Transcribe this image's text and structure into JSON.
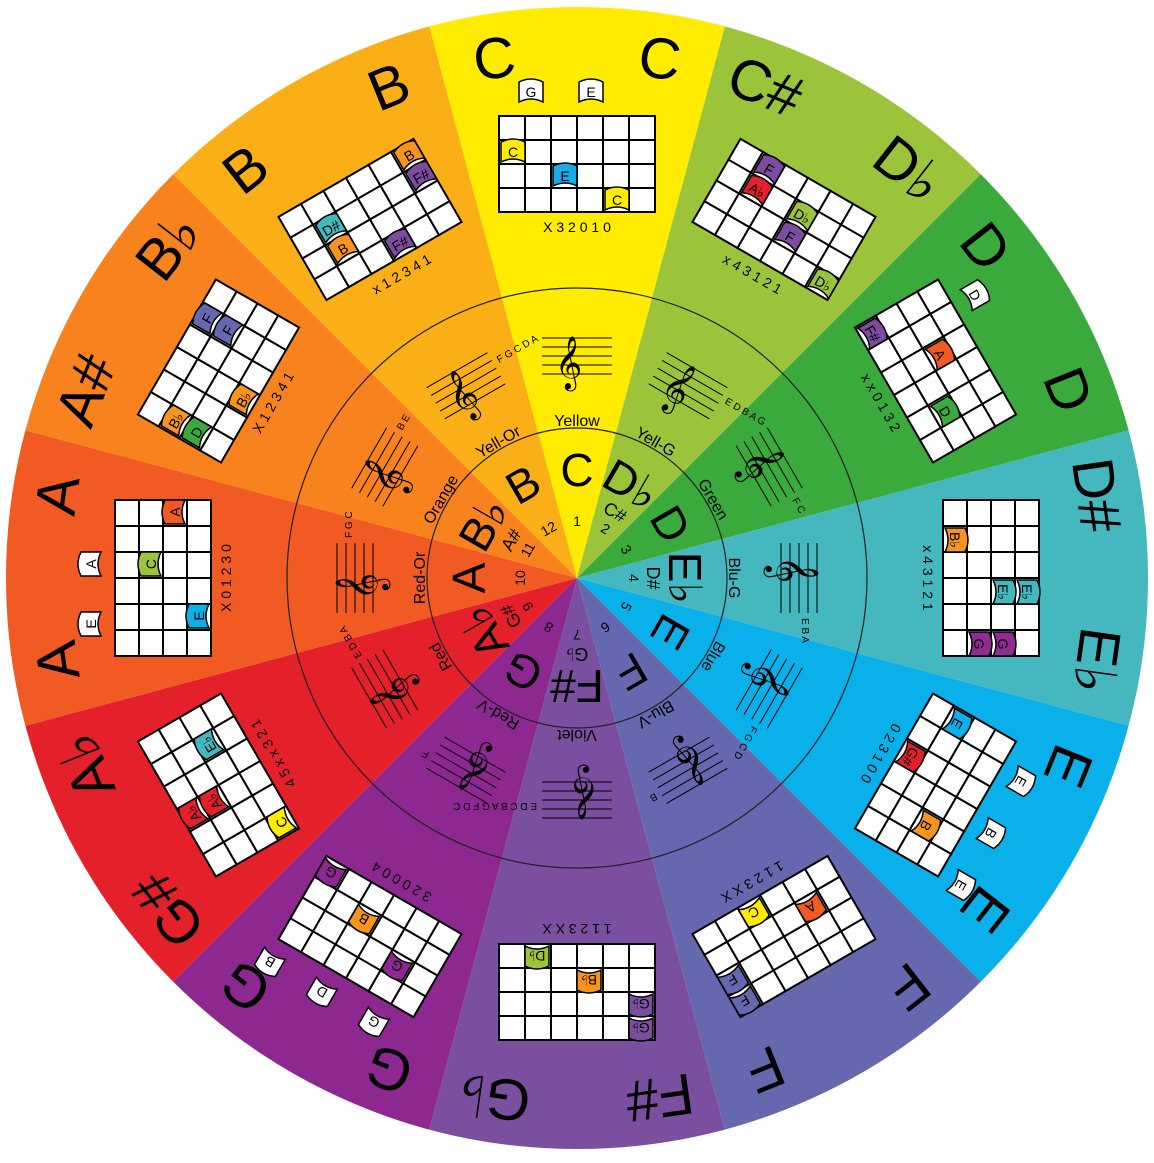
{
  "wheel": {
    "segments": [
      {
        "num": "1",
        "outer": [
          "C",
          "C"
        ],
        "mid_note": "C",
        "mid_alt": "",
        "color_name": "Yellow",
        "fill": "#FFEC00",
        "fingers": "X 3 2 0 1 0",
        "flags": [
          "G",
          "E"
        ],
        "dots": [
          {
            "label": "C",
            "c": "#FFEC00"
          },
          {
            "label": "E",
            "c": "#18ACE8"
          },
          {
            "label": "C",
            "c": "#FFEC00"
          }
        ],
        "staff": ""
      },
      {
        "num": "2",
        "outer": [
          "C#",
          "D♭"
        ],
        "mid_note": "D♭",
        "mid_alt": "C#",
        "color_name": "Yell-G",
        "fill": "#9CC43B",
        "fingers": "x 4 3 1 2 1",
        "flags": [],
        "dots": [
          {
            "label": "A♭",
            "c": "#E4202A"
          },
          {
            "label": "F",
            "c": "#7B4CA0"
          },
          {
            "label": "D♭",
            "c": "#9CC43B"
          },
          {
            "label": "F",
            "c": "#7B4CA0"
          },
          {
            "label": "D♭",
            "c": "#9CC43B"
          }
        ],
        "staff": "E D B A G"
      },
      {
        "num": "3",
        "outer": [
          "D",
          "D"
        ],
        "mid_note": "D",
        "mid_alt": "",
        "color_name": "Green",
        "fill": "#3AAA3C",
        "fingers": "x x 0 1 3 2",
        "flags": [
          "D"
        ],
        "dots": [
          {
            "label": "A",
            "c": "#F15A22"
          },
          {
            "label": "D",
            "c": "#3AAA3C"
          },
          {
            "label": "F#",
            "c": "#7B4CA0"
          }
        ],
        "staff": "F C"
      },
      {
        "num": "4",
        "outer": [
          "D#",
          "E♭"
        ],
        "mid_note": "E♭",
        "mid_alt": "D#",
        "color_name": "Blu-G",
        "fill": "#45B8BF",
        "fingers": "x 4 3 1 2 1",
        "flags": [],
        "dots": [
          {
            "label": "E♭",
            "c": "#45B8BF"
          },
          {
            "label": "G",
            "c": "#8E2D8F"
          },
          {
            "label": "B♭",
            "c": "#F7941D"
          },
          {
            "label": "E♭",
            "c": "#45B8BF"
          },
          {
            "label": "G",
            "c": "#8E2D8F"
          }
        ],
        "staff": "E B A"
      },
      {
        "num": "5",
        "outer": [
          "E",
          "E"
        ],
        "mid_note": "E",
        "mid_alt": "",
        "color_name": "Blue",
        "fill": "#0AB0EA",
        "fingers": "0 2 3 1 0 0",
        "flags": [
          "E",
          "B",
          "E"
        ],
        "dots": [
          {
            "label": "B",
            "c": "#F7941D"
          },
          {
            "label": "E",
            "c": "#0AB0EA"
          },
          {
            "label": "G#",
            "c": "#E4202A"
          }
        ],
        "staff": "F G C D"
      },
      {
        "num": "6",
        "outer": [
          "F",
          "F"
        ],
        "mid_note": "F",
        "mid_alt": "",
        "color_name": "Blu-V",
        "fill": "#6568AE",
        "fingers": "1 1 2 3 X X",
        "flags": [],
        "dots": [
          {
            "label": "F",
            "c": "#6568AE"
          },
          {
            "label": "A",
            "c": "#F15A22"
          },
          {
            "label": "C",
            "c": "#FFEC00"
          },
          {
            "label": "F",
            "c": "#6568AE"
          }
        ],
        "staff": "B"
      },
      {
        "num": "7",
        "outer": [
          "F#",
          "G♭"
        ],
        "mid_note": "F#",
        "mid_alt": "G♭",
        "color_name": "Violet",
        "fill": "#7B4FA0",
        "fingers": "1 1 2 3 X X",
        "flags": [],
        "dots": [
          {
            "label": "G♭",
            "c": "#7B4FA0"
          },
          {
            "label": "B♭",
            "c": "#F7941D"
          },
          {
            "label": "D♭",
            "c": "#9CC43B"
          },
          {
            "label": "G♭",
            "c": "#7B4FA0"
          }
        ],
        "staff": "E D C B A G F D C"
      },
      {
        "num": "8",
        "outer": [
          "G",
          "G"
        ],
        "mid_note": "G",
        "mid_alt": "",
        "color_name": "Red-V",
        "fill": "#8E2891",
        "fingers": "3 2 0 0 0 4",
        "flags": [
          "G",
          "D",
          "B"
        ],
        "dots": [
          {
            "label": "G",
            "c": "#8E2891"
          },
          {
            "label": "B",
            "c": "#F7941D"
          },
          {
            "label": "G",
            "c": "#8E2891"
          }
        ],
        "staff": "F"
      },
      {
        "num": "9",
        "outer": [
          "G#",
          "A♭"
        ],
        "mid_note": "A♭",
        "mid_alt": "G#",
        "color_name": "Red",
        "fill": "#E4202A",
        "fingers": "4 5 x x 3 2 1",
        "flags": [],
        "dots": [
          {
            "label": "A♭",
            "c": "#E4202A"
          },
          {
            "label": "E♭",
            "c": "#45B8BF"
          },
          {
            "label": "C",
            "c": "#FFEC00"
          },
          {
            "label": "A♭",
            "c": "#E4202A"
          }
        ],
        "staff": "E D B A"
      },
      {
        "num": "10",
        "outer": [
          "A",
          "A"
        ],
        "mid_note": "A",
        "mid_alt": "",
        "color_name": "Red-Or",
        "fill": "#F15A22",
        "fingers": "X 0 1 2 3 0",
        "flags": [
          "E",
          "A"
        ],
        "dots": [
          {
            "label": "C",
            "c": "#9CC43B"
          },
          {
            "label": "A",
            "c": "#F15A22"
          },
          {
            "label": "E",
            "c": "#0AB0EA"
          }
        ],
        "staff": "F G C"
      },
      {
        "num": "11",
        "outer": [
          "A#",
          "B♭"
        ],
        "mid_note": "B♭",
        "mid_alt": "A#",
        "color_name": "Orange",
        "fill": "#F7821E",
        "fingers": "X 1 2 3 4 1",
        "flags": [],
        "dots": [
          {
            "label": "F",
            "c": "#6568AE"
          },
          {
            "label": "D",
            "c": "#3AAA3C"
          },
          {
            "label": "B♭",
            "c": "#F7941D"
          },
          {
            "label": "F",
            "c": "#6568AE"
          },
          {
            "label": "B♭",
            "c": "#F7941D"
          }
        ],
        "staff": "B E"
      },
      {
        "num": "12",
        "outer": [
          "B",
          "B"
        ],
        "mid_note": "B",
        "mid_alt": "",
        "color_name": "Yell-Or",
        "fill": "#FBAF17",
        "fingers": "x 1 2 3 4 1",
        "flags": [],
        "dots": [
          {
            "label": "F#",
            "c": "#7B4CA0"
          },
          {
            "label": "B",
            "c": "#F7941D"
          },
          {
            "label": "F#",
            "c": "#7B4CA0"
          },
          {
            "label": "B",
            "c": "#F7941D"
          },
          {
            "label": "D#",
            "c": "#45B8BF"
          }
        ],
        "staff": "F G C D A"
      }
    ]
  }
}
